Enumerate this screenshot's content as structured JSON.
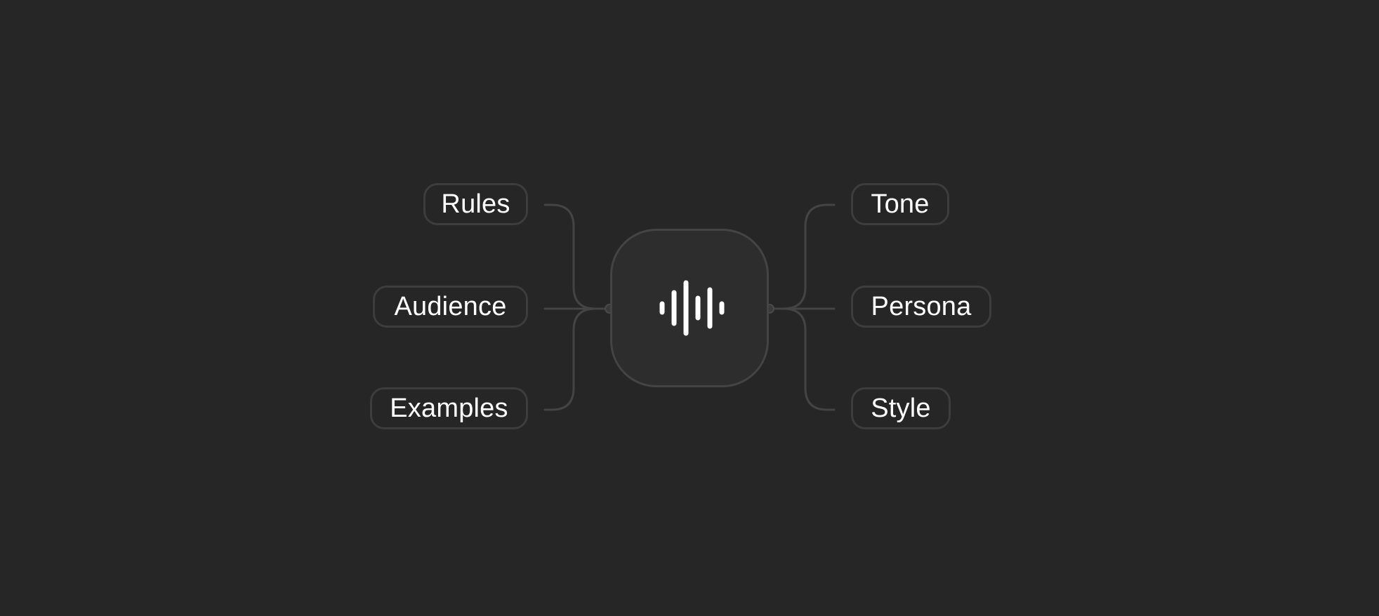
{
  "diagram": {
    "center": {
      "icon": "audio-waveform-icon"
    },
    "left_nodes": [
      {
        "label": "Rules"
      },
      {
        "label": "Audience"
      },
      {
        "label": "Examples"
      }
    ],
    "right_nodes": [
      {
        "label": "Tone"
      },
      {
        "label": "Persona"
      },
      {
        "label": "Style"
      }
    ]
  },
  "colors": {
    "background": "#262626",
    "node_border": "#3d3d3d",
    "connector": "#444444",
    "hub_fill": "#2d2d2d",
    "text": "#ffffff"
  }
}
